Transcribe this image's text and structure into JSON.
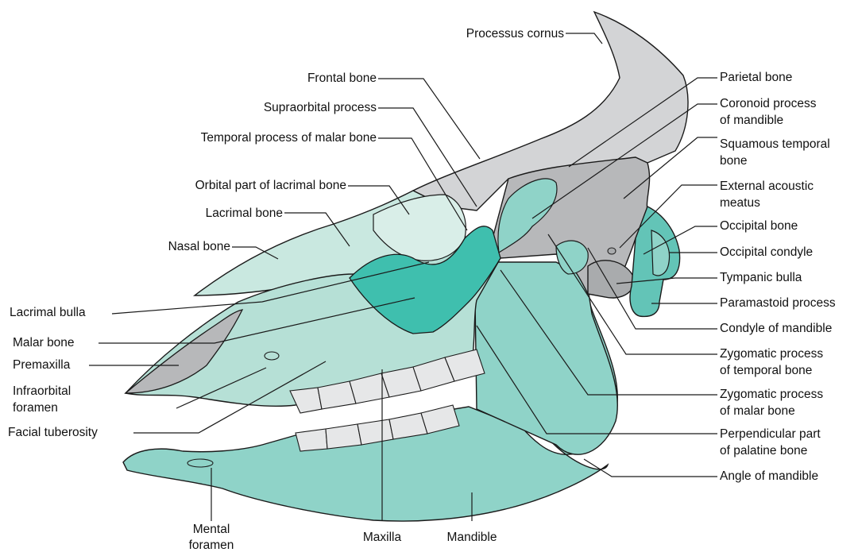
{
  "colors": {
    "grey_bone": "#d3d4d6",
    "grey_dark": "#b7b8ba",
    "grey_mid": "#a9abad",
    "mint_light": "#c9e8e0",
    "mint_face": "#b6e0d6",
    "teal_mid": "#8fd3c8",
    "teal_zyg": "#3fbfae",
    "teal_occ": "#63c4b7",
    "outline": "#1a1a1a"
  },
  "labels": {
    "processus_cornus": "Processus cornus",
    "frontal_bone": "Frontal bone",
    "supraorbital_process": "Supraorbital process",
    "temporal_process_malar": "Temporal process of malar bone",
    "orbital_part_lacrimal": "Orbital part of lacrimal bone",
    "lacrimal_bone": "Lacrimal bone",
    "nasal_bone": "Nasal bone",
    "lacrimal_bulla": "Lacrimal bulla",
    "malar_bone": "Malar bone",
    "premaxilla": "Premaxilla",
    "infraorbital_foramen_1": "Infraorbital",
    "infraorbital_foramen_2": "foramen",
    "facial_tuberosity": "Facial tuberosity",
    "mental_foramen_1": "Mental",
    "mental_foramen_2": "foramen",
    "maxilla": "Maxilla",
    "mandible": "Mandible",
    "parietal_bone": "Parietal bone",
    "coronoid_process_1": "Coronoid process",
    "coronoid_process_2": "of mandible",
    "squamous_temporal_1": "Squamous temporal",
    "squamous_temporal_2": "bone",
    "external_acoustic_1": "External acoustic",
    "external_acoustic_2": "meatus",
    "occipital_bone": "Occipital bone",
    "occipital_condyle": "Occipital condyle",
    "tympanic_bulla": "Tympanic bulla",
    "paramastoid_process": "Paramastoid process",
    "condyle_of_mandible": "Condyle of mandible",
    "zyg_process_temporal_1": "Zygomatic process",
    "zyg_process_temporal_2": "of temporal bone",
    "zyg_process_malar_1": "Zygomatic process",
    "zyg_process_malar_2": "of malar bone",
    "perp_palatine_1": "Perpendicular part",
    "perp_palatine_2": "of palatine bone",
    "angle_of_mandible": "Angle of mandible"
  }
}
